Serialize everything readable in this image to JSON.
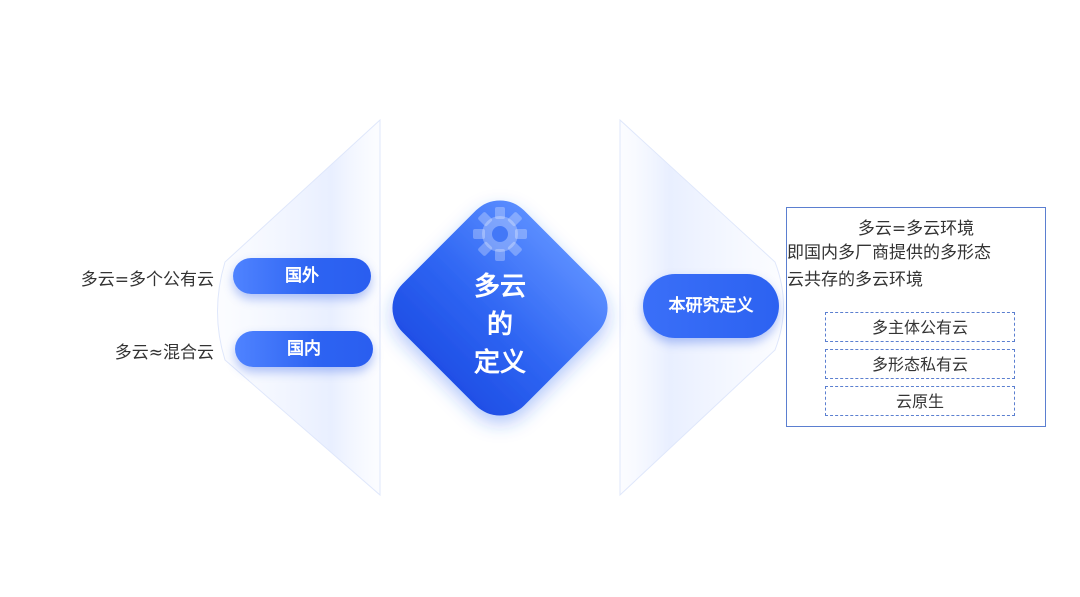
{
  "center": {
    "line1": "多云",
    "line2": "的",
    "line3": "定义",
    "icon": "gear-icon"
  },
  "left": {
    "abroad": {
      "pill_label": "国外",
      "description": "多云=多个公有云"
    },
    "domestic": {
      "pill_label": "国内",
      "description": "多云≈混合云"
    }
  },
  "right": {
    "pill_label": "本研究定义",
    "box": {
      "title": "多云=多云环境",
      "desc_line1": "即国内多厂商提供的多形态",
      "desc_line2": "云共存的多云环境",
      "items": [
        "多主体公有云",
        "多形态私有云",
        "云原生"
      ]
    }
  },
  "colors": {
    "primary_blue": "#2d63f2",
    "light_blue": "#4f83ff",
    "box_border": "#5b7fd0",
    "text": "#333333"
  }
}
